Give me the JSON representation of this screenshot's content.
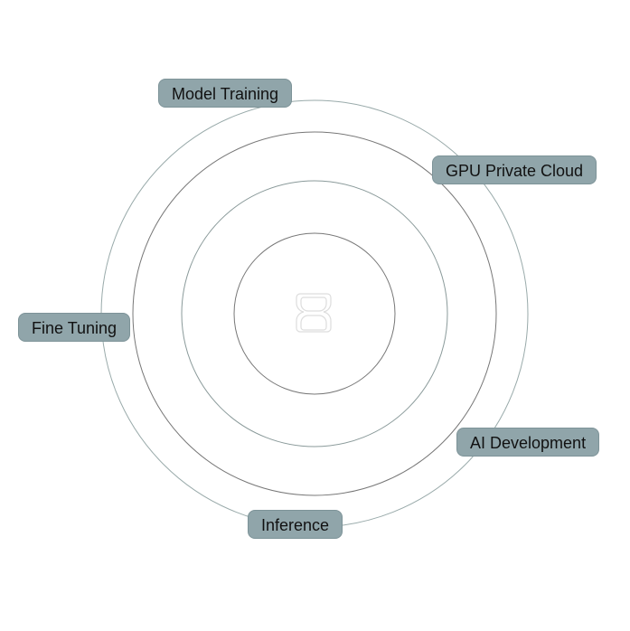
{
  "center_logo": "hourglass-logo",
  "labels": [
    "Model Training",
    "GPU Private Cloud",
    "Fine Tuning",
    "AI Development",
    "Inference"
  ],
  "colors": {
    "pill": "#90a5aa",
    "ring": "#7a7a7a"
  }
}
